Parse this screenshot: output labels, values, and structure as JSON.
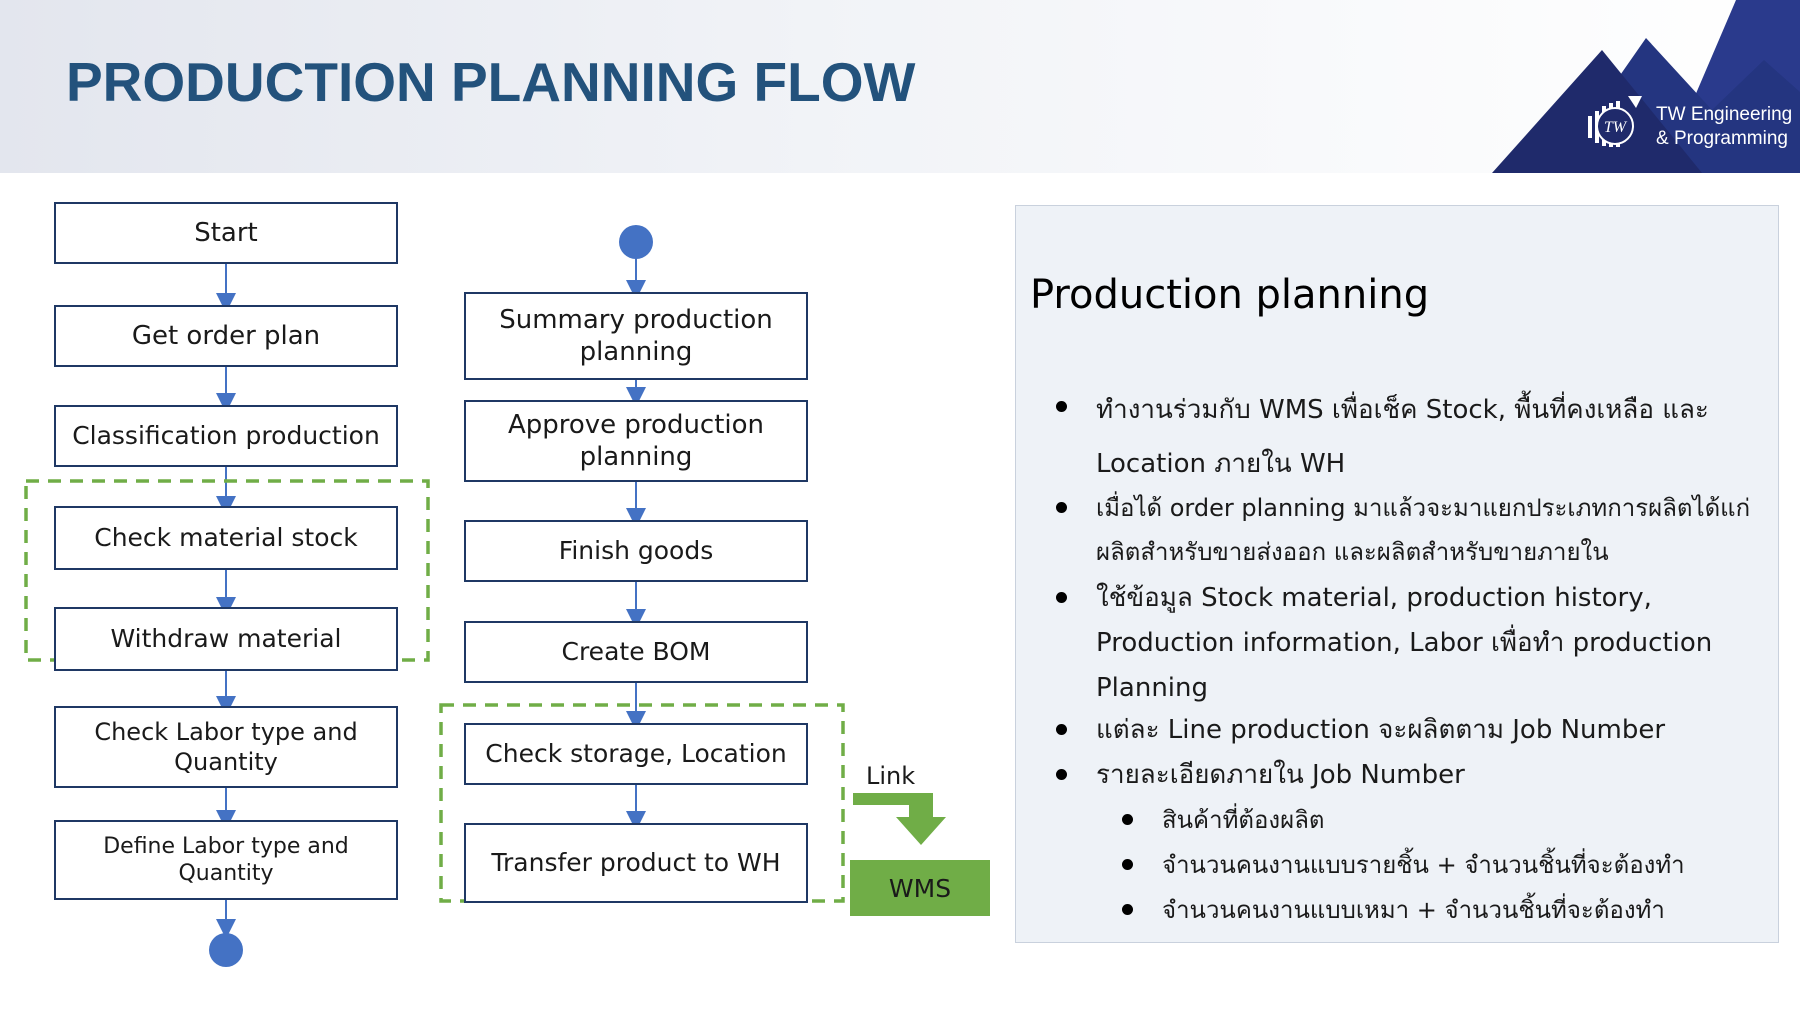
{
  "header": {
    "title": "PRODUCTION PLANNING FLOW",
    "logo_mark": "TW",
    "logo_line1": "TW Engineering",
    "logo_line2": "& Programming"
  },
  "flow_left": [
    "Start",
    "Get order plan",
    "Classification production",
    "Check material stock",
    "Withdraw material",
    "Check Labor type and Quantity",
    "Define Labor type and Quantity"
  ],
  "flow_right": [
    "Summary production planning",
    "Approve production planning",
    "Finish goods",
    "Create BOM",
    "Check storage, Location",
    "Transfer product to WH"
  ],
  "link": {
    "label": "Link",
    "target": "WMS"
  },
  "panel": {
    "title": "Production planning",
    "bullets": [
      "ทำงานร่วมกับ WMS  เพื่อเช็ค Stock, พื้นที่คงเหลือ และ Location ภายใน WH",
      "เมื่อได้ order planning มาแล้วจะมาแยกประเภทการผลิตได้แก่ ผลิตสำหรับขายส่งออก และผลิตสำหรับขายภายใน",
      "ใช้ข้อมูล Stock material, production history, Production information, Labor เพื่อทำ production Planning",
      "แต่ละ Line production จะผลิตตาม Job Number",
      "รายละเอียดภายใน Job Number"
    ],
    "sub_bullets": [
      "สินค้าที่ต้องผลิต",
      "จำนวนคนงานแบบรายชิ้น + จำนวนชิ้นที่จะต้องทำ",
      "จำนวนคนงานแบบเหมา + จำนวนชิ้นที่จะต้องทำ"
    ]
  },
  "colors": {
    "title": "#23527c",
    "box_border": "#1f3864",
    "connector": "#4472c4",
    "dashed_group": "#70ad47",
    "wms_fill": "#70ad47",
    "logo_navy": "#1f2a6b",
    "panel_bg": "#eef2f7"
  }
}
